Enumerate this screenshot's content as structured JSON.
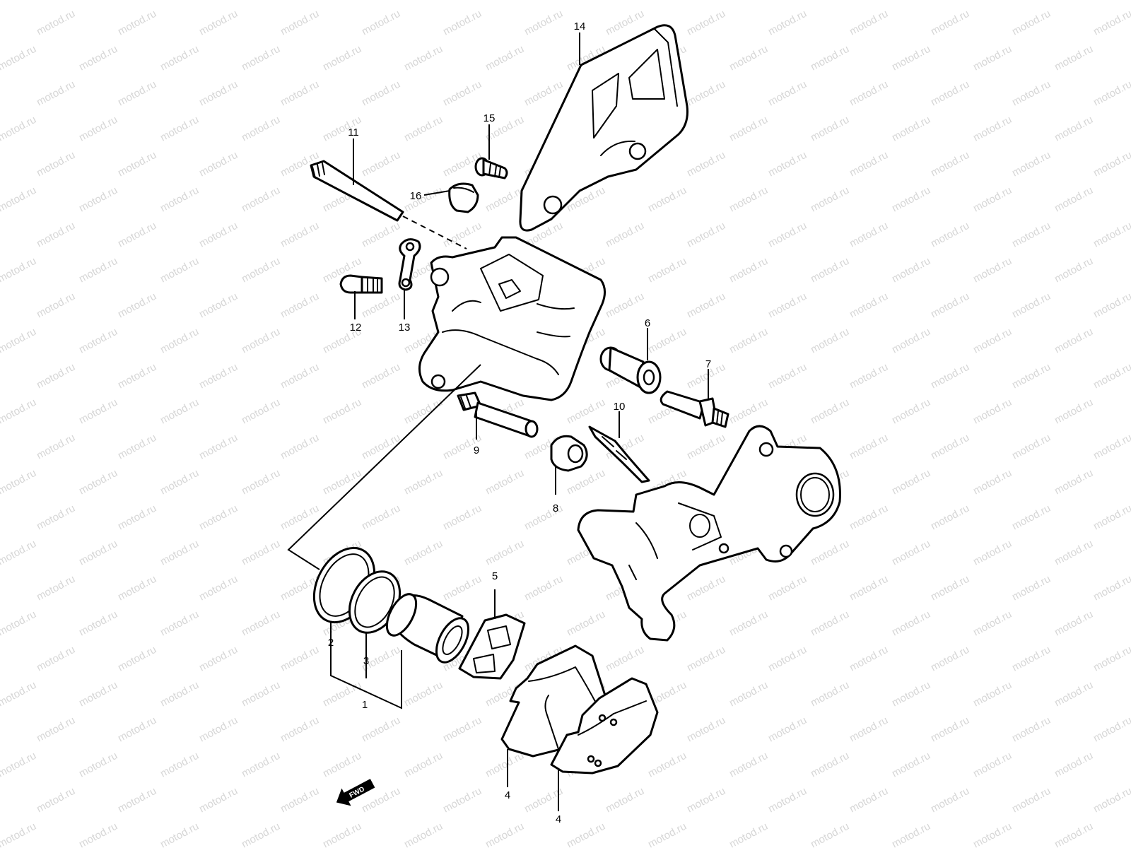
{
  "watermark": "motod.ru",
  "callouts": [
    {
      "id": "1",
      "label": "1"
    },
    {
      "id": "2",
      "label": "2"
    },
    {
      "id": "3",
      "label": "3"
    },
    {
      "id": "4a",
      "label": "4"
    },
    {
      "id": "4b",
      "label": "4"
    },
    {
      "id": "5",
      "label": "5"
    },
    {
      "id": "6",
      "label": "6"
    },
    {
      "id": "7",
      "label": "7"
    },
    {
      "id": "8",
      "label": "8"
    },
    {
      "id": "9",
      "label": "9"
    },
    {
      "id": "10",
      "label": "10"
    },
    {
      "id": "11",
      "label": "11"
    },
    {
      "id": "12",
      "label": "12"
    },
    {
      "id": "13",
      "label": "13"
    },
    {
      "id": "14",
      "label": "14"
    },
    {
      "id": "15",
      "label": "15"
    },
    {
      "id": "16",
      "label": "16"
    }
  ],
  "direction_arrow": {
    "label": "FWD"
  },
  "colors": {
    "line": "#000000",
    "background": "#ffffff",
    "watermark": "#d6d6d6"
  }
}
